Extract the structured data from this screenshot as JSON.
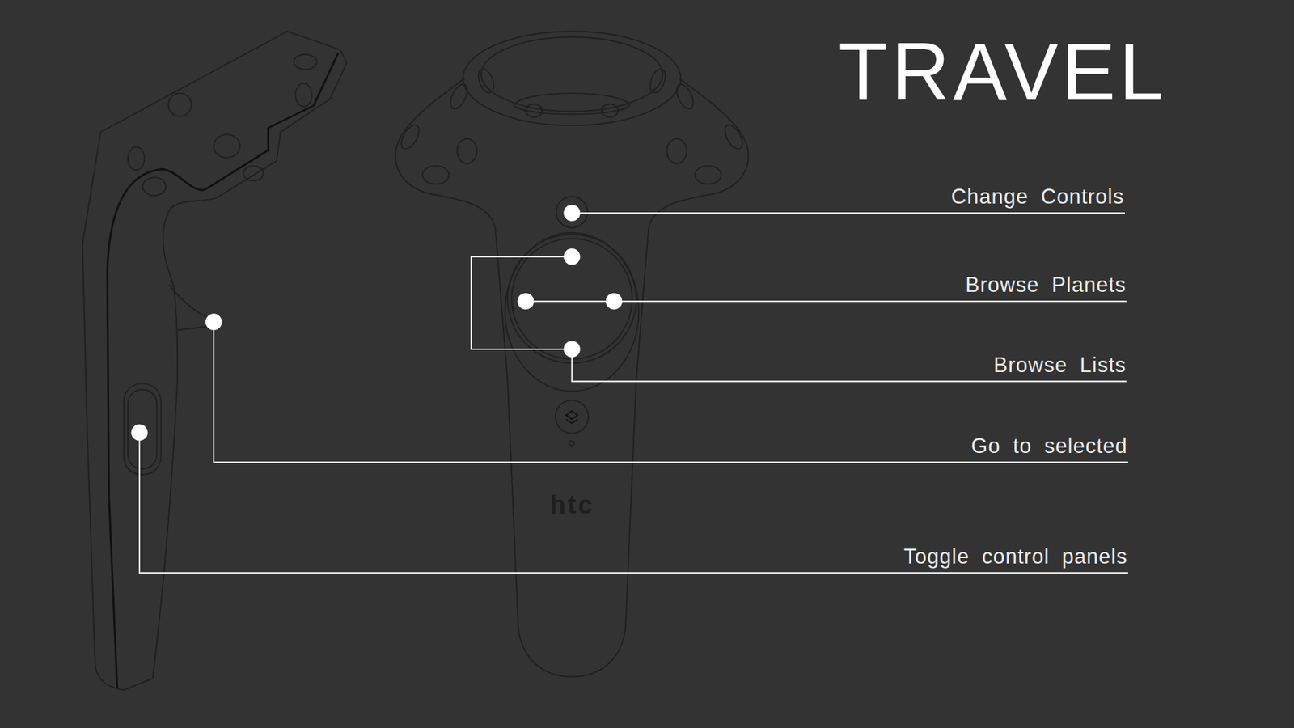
{
  "diagram": {
    "title": "TRAVEL",
    "labels": [
      "Change Controls",
      "Browse Planets",
      "Browse Lists",
      "Go to selected",
      "Toggle control panels",
      "htc"
    ]
  }
}
